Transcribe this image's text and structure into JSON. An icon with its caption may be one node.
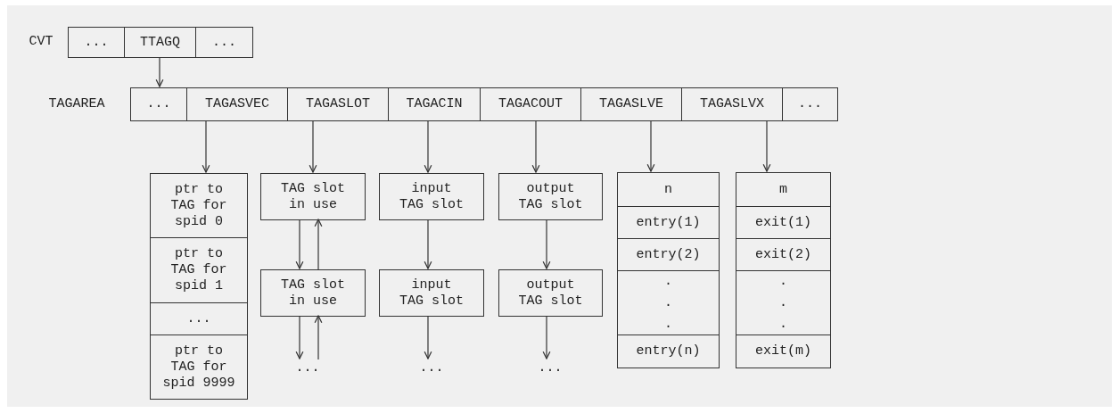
{
  "diagram": {
    "nodes": [
      {
        "text": [
          "CVT"
        ]
      },
      {
        "text": [
          "..."
        ],
        "in": 0
      },
      {
        "text": [
          "TTAGQ"
        ],
        "in": 0
      },
      {
        "text": [
          "..."
        ],
        "in": 0
      },
      {
        "text": [
          "TAGAREA"
        ]
      },
      {
        "text": [
          "..."
        ],
        "in": 4
      },
      {
        "text": [
          "TAGASVEC"
        ],
        "in": 4
      },
      {
        "text": [
          "TAGASLOT"
        ],
        "in": 4
      },
      {
        "text": [
          "TAGACIN"
        ],
        "in": 4
      },
      {
        "text": [
          "TAGACOUT"
        ],
        "in": 4
      },
      {
        "text": [
          "TAGASLVE"
        ],
        "in": 4
      },
      {
        "text": [
          "TAGASLVX"
        ],
        "in": 4
      },
      {
        "text": [
          "..."
        ],
        "in": 4
      },
      {
        "text": [],
        "shape": "box"
      },
      {
        "text": [
          "ptr to TAG for spid 0"
        ],
        "in": 13
      },
      {
        "text": [
          "ptr to TAG for spid 1"
        ],
        "in": 13
      },
      {
        "text": [
          "..."
        ],
        "in": 13
      },
      {
        "text": [
          "ptr to TAG for spid 9999"
        ],
        "in": 13
      },
      {
        "text": [
          "TAG slot in use"
        ]
      },
      {
        "text": [
          "TAG slot in use"
        ]
      },
      {
        "text": [
          "..."
        ]
      },
      {
        "text": [
          "input TAG slot"
        ]
      },
      {
        "text": [
          "input TAG slot"
        ]
      },
      {
        "text": [
          "..."
        ]
      },
      {
        "text": [
          "output TAG slot"
        ]
      },
      {
        "text": [
          "output TAG slot"
        ]
      },
      {
        "text": [
          "..."
        ]
      },
      {
        "text": [],
        "shape": "box"
      },
      {
        "text": [
          "n"
        ],
        "in": 27
      },
      {
        "text": [
          "entry(1)"
        ],
        "in": 27
      },
      {
        "text": [
          "entry(2)"
        ],
        "in": 27
      },
      {
        "text": [
          ". . ."
        ],
        "in": 27
      },
      {
        "text": [
          "entry(n)"
        ],
        "in": 27
      },
      {
        "text": [],
        "shape": "box"
      },
      {
        "text": [
          "m"
        ],
        "in": 33
      },
      {
        "text": [
          "exit(1)"
        ],
        "in": 33
      },
      {
        "text": [
          "exit(2)"
        ],
        "in": 33
      },
      {
        "text": [
          ". . ."
        ],
        "in": 33
      },
      {
        "text": [
          "exit(m)"
        ],
        "in": 33
      }
    ],
    "edges": [
      {
        "from": 2,
        "to": 4,
        "arrow": "to"
      },
      {
        "from": 6,
        "to": 13,
        "arrow": "to"
      },
      {
        "from": 7,
        "to": 18,
        "arrow": "to"
      },
      {
        "from": 8,
        "to": 21,
        "arrow": "to"
      },
      {
        "from": 9,
        "to": 24,
        "arrow": "to"
      },
      {
        "from": 10,
        "to": 27,
        "arrow": "to"
      },
      {
        "from": 11,
        "to": 33,
        "arrow": "to"
      },
      {
        "from": 18,
        "to": 19,
        "arrow": "to"
      },
      {
        "from": 19,
        "to": 18,
        "arrow": "to"
      },
      {
        "from": 21,
        "to": 22,
        "arrow": "to"
      },
      {
        "from": 24,
        "to": 25,
        "arrow": "to"
      },
      {
        "from": 19,
        "to": 20,
        "arrow": "to"
      },
      {
        "from": 20,
        "to": 19,
        "arrow": "to"
      },
      {
        "from": 22,
        "to": 23,
        "arrow": "to"
      },
      {
        "from": 25,
        "to": 26,
        "arrow": "to"
      }
    ]
  }
}
